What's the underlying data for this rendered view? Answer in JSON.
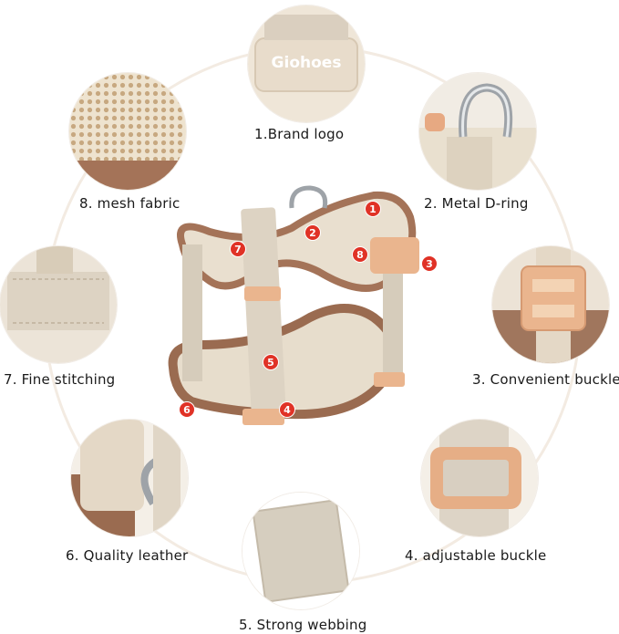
{
  "features": [
    {
      "label": "1.Brand logo",
      "number": "1"
    },
    {
      "label": "2. Metal D-ring",
      "number": "2"
    },
    {
      "label": "3. Convenient buckle",
      "number": "3"
    },
    {
      "label": "4. adjustable buckle",
      "number": "4"
    },
    {
      "label": "5. Strong webbing",
      "number": "5"
    },
    {
      "label": "6. Quality leather",
      "number": "6"
    },
    {
      "label": "7. Fine stitching",
      "number": "7"
    },
    {
      "label": "8. mesh fabric",
      "number": "8"
    }
  ],
  "brand_patch_text": "Giohoes",
  "colors": {
    "marker": "#e03226",
    "beige": "#e7dccb",
    "brown": "#9a6b50",
    "buckle": "#e9b98d",
    "ring": "#f3ebe2"
  }
}
